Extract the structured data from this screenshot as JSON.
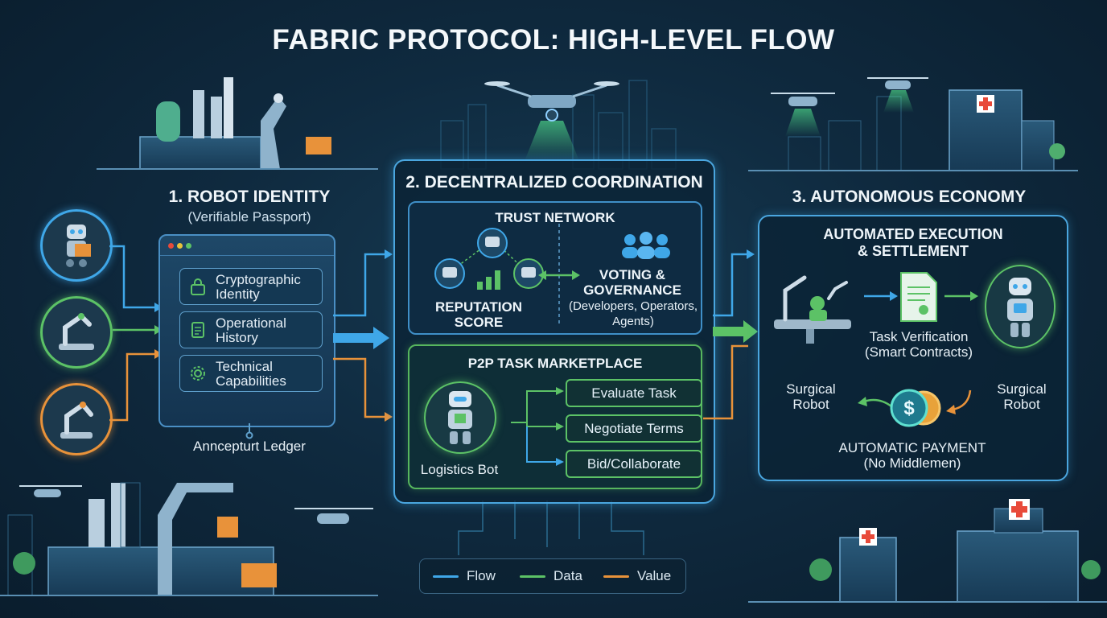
{
  "title": "FABRIC PROTOCOL: HIGH-LEVEL FLOW",
  "section1": {
    "title": "1. ROBOT IDENTITY",
    "subtitle": "(Verifiable Passport)",
    "cards": [
      {
        "label": "Cryptographic Identity",
        "line1": "Cryptographic",
        "line2": "Identity",
        "icon": "lock-icon"
      },
      {
        "label": "Operational History",
        "line1": "Operational",
        "line2": "History",
        "icon": "document-icon"
      },
      {
        "label": "Technical Capabilities",
        "line1": "Technical",
        "line2": "Capabilities",
        "icon": "gear-icon"
      }
    ],
    "ledger_label": "Anncepturt Ledger"
  },
  "section2": {
    "title": "2. DECENTRALIZED COORDINATION",
    "trust": {
      "title": "TRUST NETWORK",
      "reputation_1": "REPUTATION",
      "reputation_2": "SCORE",
      "voting_1": "VOTING &",
      "voting_2": "GOVERNANCE",
      "voting_sub_1": "(Developers, Operators,",
      "voting_sub_2": "Agents)"
    },
    "market": {
      "title": "P2P TASK MARKETPLACE",
      "bot_label": "Logistics Bot",
      "actions": [
        "Evaluate Task",
        "Negotiate Terms",
        "Bid/Collaborate"
      ]
    }
  },
  "section3": {
    "title": "3. AUTONOMOUS ECONOMY",
    "box_title_1": "AUTOMATED EXECUTION",
    "box_title_2": "& SETTLEMENT",
    "verification_1": "Task Verification",
    "verification_2": "(Smart Contracts)",
    "left_robot_1": "Surgical",
    "left_robot_2": "Robot",
    "right_robot_1": "Surgical",
    "right_robot_2": "Robot",
    "payment_1": "AUTOMATIC PAYMENT",
    "payment_2": "(No Middlemen)"
  },
  "legend": [
    {
      "label": "Flow",
      "color": "#3fa7e8"
    },
    {
      "label": "Data",
      "color": "#5cc266"
    },
    {
      "label": "Value",
      "color": "#e8923a"
    }
  ],
  "colors": {
    "flow": "#3fa7e8",
    "data": "#5cc266",
    "value": "#e8923a",
    "background": "#0f2a3f"
  }
}
